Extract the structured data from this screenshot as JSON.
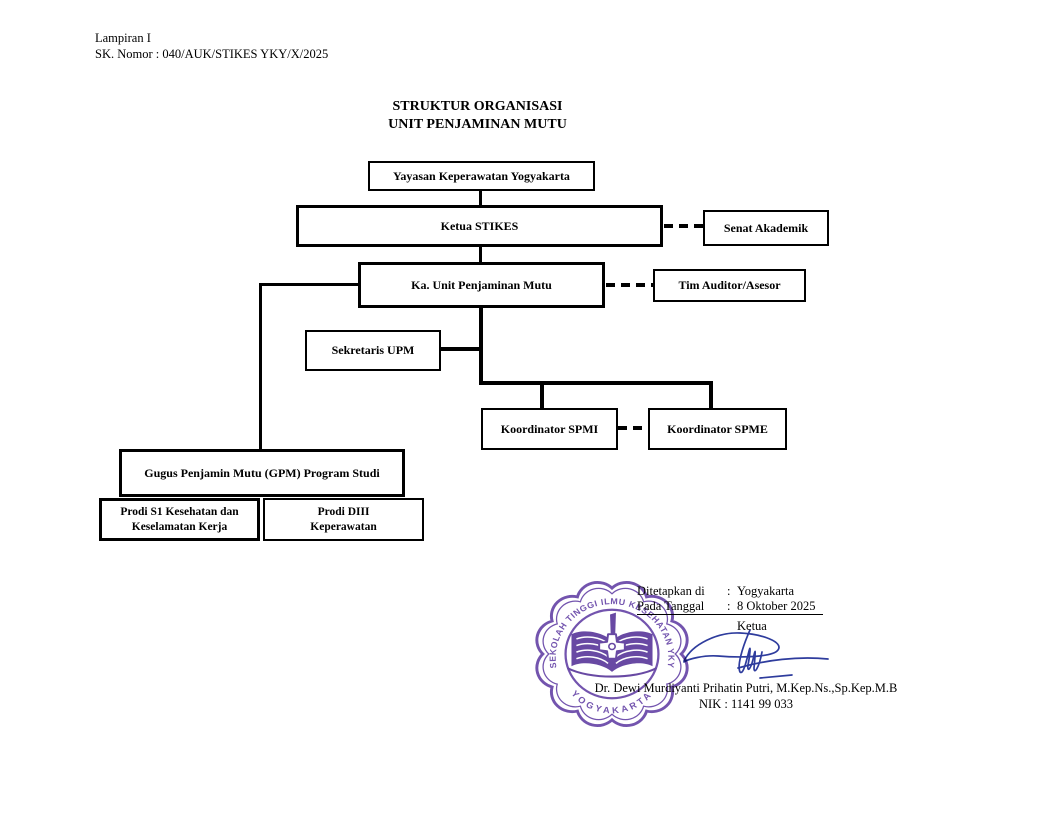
{
  "document": {
    "lampiran": "Lampiran I",
    "sk_nomor": "SK. Nomor : 040/AUK/STIKES YKY/X/2025",
    "title_line1": "STRUKTUR ORGANISASI",
    "title_line2": "UNIT PENJAMINAN MUTU"
  },
  "org_chart": {
    "boxes": {
      "yayasan": "Yayasan Keperawatan Yogyakarta",
      "ketua_stikes": "Ketua STIKES",
      "senat_akademik": "Senat Akademik",
      "ka_upm": "Ka. Unit Penjaminan Mutu",
      "tim_auditor": "Tim Auditor/Asesor",
      "sekretaris_upm": "Sekretaris UPM",
      "koordinator_spmi": "Koordinator SPMI",
      "koordinator_spme": "Koordinator SPME",
      "gpm": "Gugus Penjamin Mutu (GPM) Program Studi",
      "prodi_s1_line1": "Prodi S1 Kesehatan dan",
      "prodi_s1_line2": "Keselamatan Kerja",
      "prodi_diii_line1": "Prodi DIII",
      "prodi_diii_line2": "Keperawatan"
    }
  },
  "signature_block": {
    "ditetapkan_label": "Ditetapkan di",
    "colon": ":",
    "ditetapkan_value": "Yogyakarta",
    "tanggal_label": "Pada Tanggal",
    "tanggal_value": "8 Oktober 2025",
    "role": "Ketua",
    "name": "Dr. Dewi Murdiyanti Prihatin Putri, M.Kep.Ns.,Sp.Kep.M.B",
    "nik": "NIK : 1141 99 033"
  },
  "stamp": {
    "text_top": "SEKOLAH TINGGI ILMU KESEHATAN YKY",
    "text_bottom": "YOGYAKARTA"
  },
  "colors": {
    "background": "#ffffff",
    "line": "#000000",
    "stamp_ink": "#6847a8",
    "signature_ink": "#2e3c9d"
  }
}
